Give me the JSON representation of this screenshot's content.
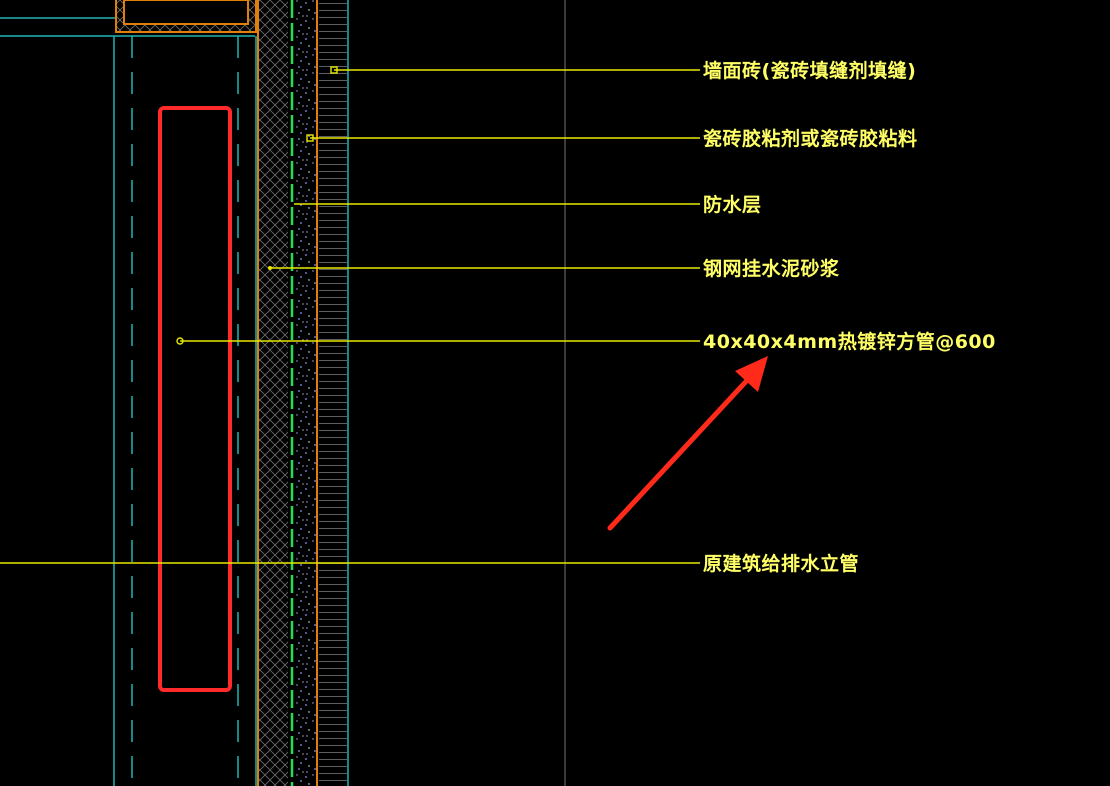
{
  "canvas": {
    "background": "#000000"
  },
  "colors": {
    "leader_line": "#e8e800",
    "label_text": "#ffff66",
    "cyan_outline": "#1fb5b5",
    "orange_outline": "#e0800a",
    "green_layer": "#22dd55",
    "stipple": "#8899ff",
    "hatch": "#7a7a7a",
    "highlight_box": "#ff2a2a",
    "arrow": "#ff2a1a",
    "divider": "#555555"
  },
  "callouts": [
    {
      "id": "wall-tile",
      "label": "墙面砖(瓷砖填缝剂填缝)"
    },
    {
      "id": "tile-adhesive",
      "label": "瓷砖胶粘剂或瓷砖胶粘料"
    },
    {
      "id": "waterproof-layer",
      "label": "防水层"
    },
    {
      "id": "mesh-mortar",
      "label": "钢网挂水泥砂浆"
    },
    {
      "id": "steel-tube",
      "label": "40x40x4mm热镀锌方管@600"
    },
    {
      "id": "drain-riser",
      "label": "原建筑给排水立管"
    }
  ]
}
